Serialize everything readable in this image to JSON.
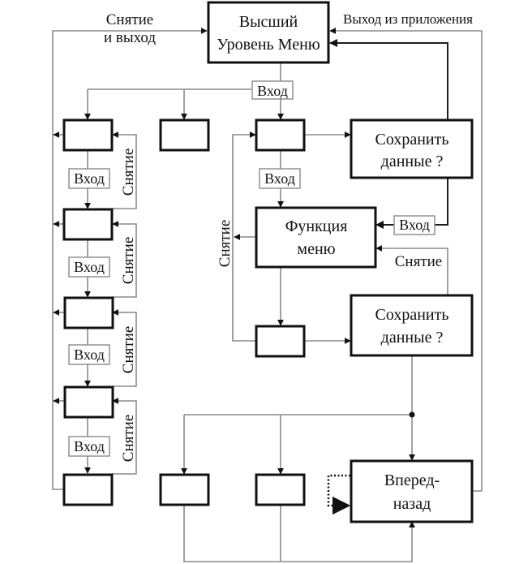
{
  "diagram": {
    "title_box": {
      "line1": "Высший",
      "line2": "Уровень Меню"
    },
    "labels": {
      "remove_and_exit_1": "Снятие",
      "remove_and_exit_2": "и выход",
      "exit_app": "Выход из приложения",
      "enter": "Вход",
      "remove": "Снятие"
    },
    "save_box_1": {
      "line1": "Сохранить",
      "line2": "данные ?"
    },
    "function_box": {
      "line1": "Функция",
      "line2": "меню"
    },
    "save_box_2": {
      "line1": "Сохранить",
      "line2": "данные ?"
    },
    "forward_back_box": {
      "line1": "Вперед-",
      "line2": "назад"
    },
    "left_chain": {
      "enter_labels": [
        "Вход",
        "Вход",
        "Вход",
        "Вход"
      ],
      "remove_labels": [
        "Снятие",
        "Снятие",
        "Снятие",
        "Снятие"
      ]
    },
    "center_enter": "Вход",
    "center_remove": "Снятие",
    "function_enter": "Вход",
    "function_remove": "Снятие"
  }
}
